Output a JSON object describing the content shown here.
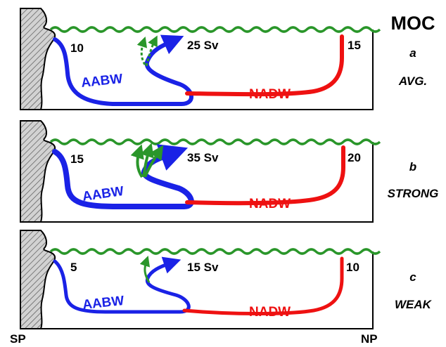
{
  "title": "MOC",
  "axis": {
    "left": "SP",
    "right": "NP"
  },
  "colors": {
    "aabw": "#1a22e6",
    "nadw": "#ee1111",
    "surface": "#2a962a",
    "land_fill": "#cfcfcf",
    "outline": "#000000"
  },
  "panels": [
    {
      "letter": "a",
      "state": "AVG.",
      "aabw_label": "AABW",
      "nadw_label": "NADW",
      "south_value": "10",
      "center_value": "25 Sv",
      "north_value": "15",
      "green_arrows": 2,
      "green_style": "dotted"
    },
    {
      "letter": "b",
      "state": "STRONG",
      "aabw_label": "AABW",
      "nadw_label": "NADW",
      "south_value": "15",
      "center_value": "35 Sv",
      "north_value": "20",
      "green_arrows": 3,
      "green_style": "solid"
    },
    {
      "letter": "c",
      "state": "WEAK",
      "aabw_label": "AABW",
      "nadw_label": "NADW",
      "south_value": "5",
      "center_value": "15 Sv",
      "north_value": "10",
      "green_arrows": 1,
      "green_style": "solid"
    }
  ]
}
